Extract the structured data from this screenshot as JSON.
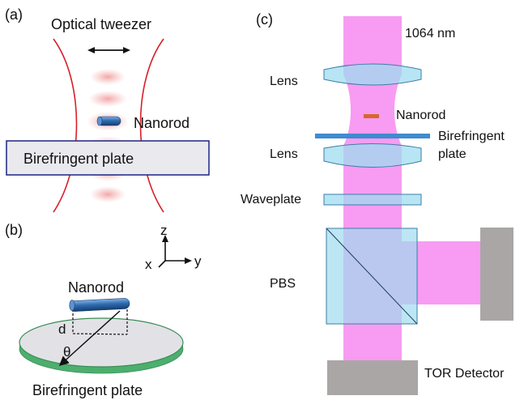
{
  "panels": {
    "a": {
      "tag": "(a)",
      "title": "Optical tweezer",
      "particle_label": "Nanorod",
      "plate_label": "Birefringent plate"
    },
    "b": {
      "tag": "(b)",
      "axes": {
        "z": "z",
        "x": "x",
        "y": "y"
      },
      "particle_label": "Nanorod",
      "distance_label": "d",
      "angle_label": "θ",
      "plate_label": "Birefringent plate"
    },
    "c": {
      "tag": "(c)",
      "wavelength_label": "1064 nm",
      "lens_top_label": "Lens",
      "particle_label": "Nanorod",
      "plate_label_line1": "Birefringent",
      "plate_label_line2": "plate",
      "lens_bottom_label": "Lens",
      "waveplate_label": "Waveplate",
      "pbs_label": "PBS",
      "detector_label": "TOR Detector"
    }
  },
  "colors": {
    "beam_red": "#d8202a",
    "beam_glow": "#f4a0a0",
    "laser_pink": "#f79cf2",
    "optic_blue": "#9fdcf0",
    "optic_stroke": "#3d7ea6",
    "rod_blue": "#2f6db0",
    "plate_grey": "#e9e9ee",
    "plate_border": "#1c2580",
    "disk_green": "#4caf6e",
    "detector_grey": "#aaa6a6",
    "nanorod_orange": "#d7662b"
  }
}
